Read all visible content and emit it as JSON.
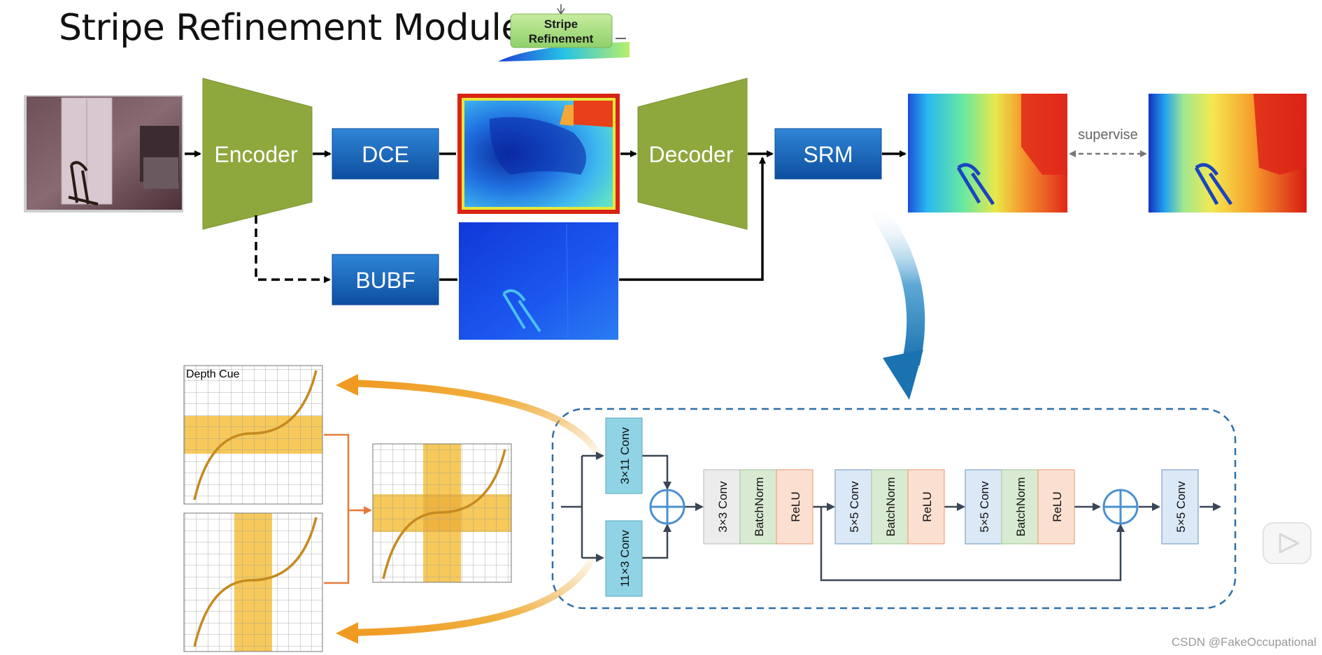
{
  "title": "Stripe Refinement Module",
  "badge_label_line1": "Stripe",
  "badge_label_line2": "Refinement",
  "pipeline": {
    "encoder": "Encoder",
    "dce": "DCE",
    "decoder": "Decoder",
    "srm": "SRM",
    "bubf": "BUBF",
    "supervise": "supervise"
  },
  "depth_cue_label": "Depth Cue",
  "module": {
    "conv_3x11": "3×11 Conv",
    "conv_11x3": "11×3 Conv",
    "conv_3x3": "3×3 Conv",
    "bn1": "BatchNorm",
    "relu1": "ReLU",
    "conv_5x5_a": "5×5 Conv",
    "bn2": "BatchNorm",
    "relu2": "ReLU",
    "conv_5x5_b": "5×5 Conv",
    "bn3": "BatchNorm",
    "relu3": "ReLU",
    "conv_5x5_c": "5×5 Conv"
  },
  "watermark": "CSDN @FakeOccupational",
  "colors": {
    "encoder_green": "#8ea83d",
    "block_blue": "#1565c0",
    "conv_cyan": "#8fd3e4",
    "conv_gray": "#ececec",
    "bn_green": "#d9ead3",
    "relu_orange": "#fbe0d2",
    "conv_blue_light": "#dbe8f6",
    "stripe_yellow": "#f6c95a",
    "orange_line": "#e57b3b",
    "arrow_gold": "#f0a93a",
    "dash_blue": "#2e6fa8"
  }
}
